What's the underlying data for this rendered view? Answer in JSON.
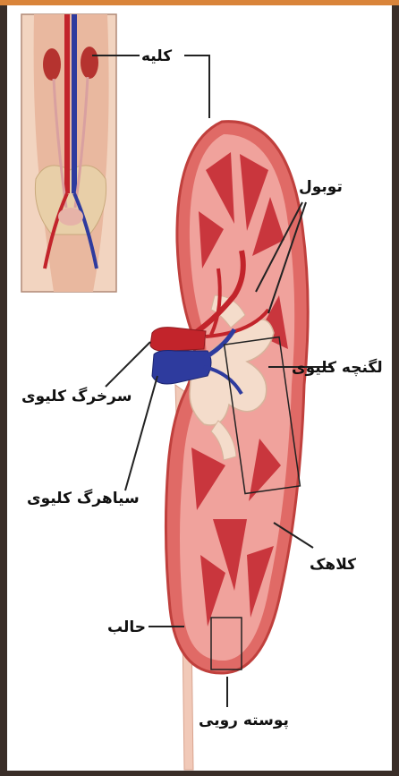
{
  "labels": {
    "kidney": "کلیه",
    "tubule": "توبول",
    "renal_artery": "سرخرگ کلیوی",
    "renal_pelvis": "لگنچه کلیوی",
    "renal_vein": "سیاهرگ کلیوی",
    "calyx": "کلاهک",
    "ureter": "حالب",
    "cortex": "پوسته رویی"
  },
  "colors": {
    "kidney_capsule": "#d9534f",
    "kidney_tissue": "#e98a86",
    "medulla": "#c9363d",
    "artery": "#c2242b",
    "vein": "#2e3b9e",
    "pelvis": "#f4dccb",
    "frame_accent": "#d9843a"
  },
  "icons": [
    "kidney-illustration",
    "body-inset-illustration"
  ]
}
